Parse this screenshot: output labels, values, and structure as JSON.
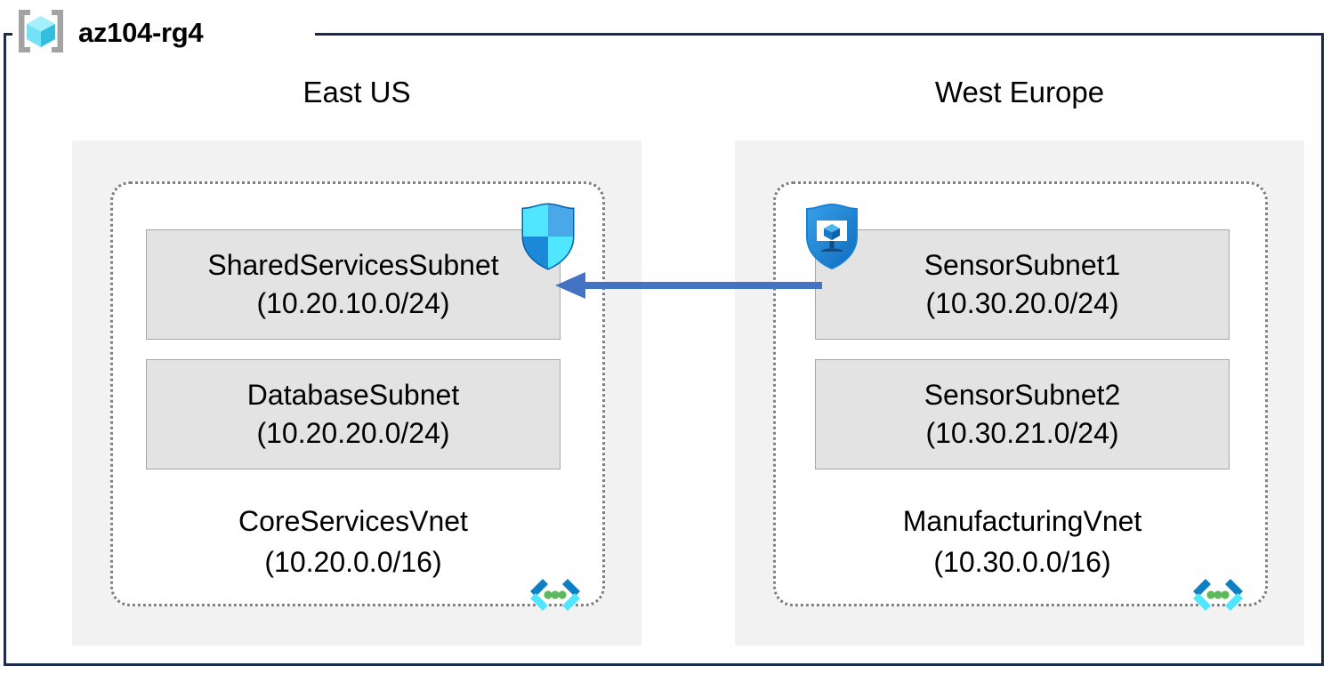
{
  "resource_group": {
    "name": "az104-rg4",
    "icon": "resource-group-icon"
  },
  "regions": [
    {
      "label": "East US",
      "vnet": {
        "name": "CoreServicesVnet",
        "address_space": "(10.20.0.0/16)",
        "icon": "virtual-network-icon",
        "subnets": [
          {
            "name": "SharedServicesSubnet",
            "address_prefix": "(10.20.10.0/24)",
            "icon": "shield-firewall-icon"
          },
          {
            "name": "DatabaseSubnet",
            "address_prefix": "(10.20.20.0/24)"
          }
        ]
      }
    },
    {
      "label": "West Europe",
      "vnet": {
        "name": "ManufacturingVnet",
        "address_space": "(10.30.0.0/16)",
        "icon": "virtual-network-icon",
        "subnets": [
          {
            "name": "SensorSubnet1",
            "address_prefix": "(10.30.20.0/24)",
            "icon": "shield-vm-icon"
          },
          {
            "name": "SensorSubnet2",
            "address_prefix": "(10.30.21.0/24)"
          }
        ]
      }
    }
  ],
  "connection": {
    "name": "peering-arrow",
    "direction": "right-to-left",
    "color": "#4472C4"
  },
  "colors": {
    "frame_border": "#1A2B4C",
    "region_fill": "#F2F2F2",
    "vnet_border": "#808080",
    "subnet_fill": "#E3E3E3",
    "subnet_border": "#A6A6A6",
    "arrow": "#4472C4",
    "rg_icon_cube": "#50E6FF",
    "rg_icon_bracket": "#A3A3A3",
    "shield_blue": "#0078D4",
    "vnet_icon_green": "#5CB85C"
  }
}
